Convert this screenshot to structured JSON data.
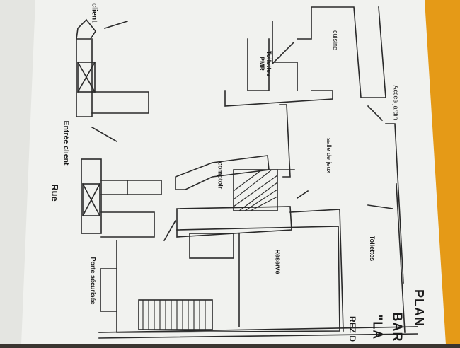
{
  "labels": {
    "client": "client",
    "cuisine": "cuisine",
    "toilettes_pmr": "Toilettes\nPMR",
    "acces_jardin": "Accès jardin",
    "salle_de_jeux": "salle de jeux",
    "comptoir": "comptoir",
    "entree_client": "Entrée client",
    "rue": "Rue",
    "toilettes": "Toilettes",
    "reserve": "Réserve",
    "porte_securisee": "Porte sécurisée"
  },
  "title_lines": [
    "PLAN",
    "BAR",
    "\"LA",
    "REZ D"
  ],
  "colors": {
    "paper": "#f1f2ef",
    "ink": "#2a2a2a",
    "accent_orange": "#e59a17",
    "background": "#3a3530"
  }
}
